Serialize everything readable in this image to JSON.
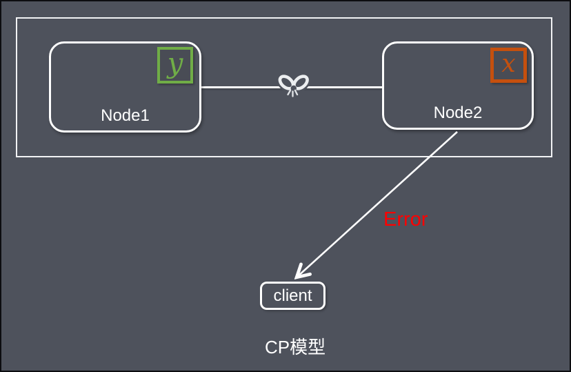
{
  "diagram": {
    "caption": "CP模型",
    "canvas": {
      "background_color": "#4e525c",
      "stroke_color": "#ffffff"
    },
    "cluster": {
      "nodes": [
        {
          "label": "Node1",
          "badge": {
            "symbol": "y",
            "color": "#70AD47"
          }
        },
        {
          "label": "Node2",
          "badge": {
            "symbol": "x",
            "color": "#C5500E"
          }
        }
      ],
      "link": {
        "state": "broken",
        "icon": "broken-link-icon",
        "color": "#ffffff"
      }
    },
    "error": {
      "label": "Error",
      "color": "#ff0000"
    },
    "client": {
      "label": "client"
    }
  }
}
